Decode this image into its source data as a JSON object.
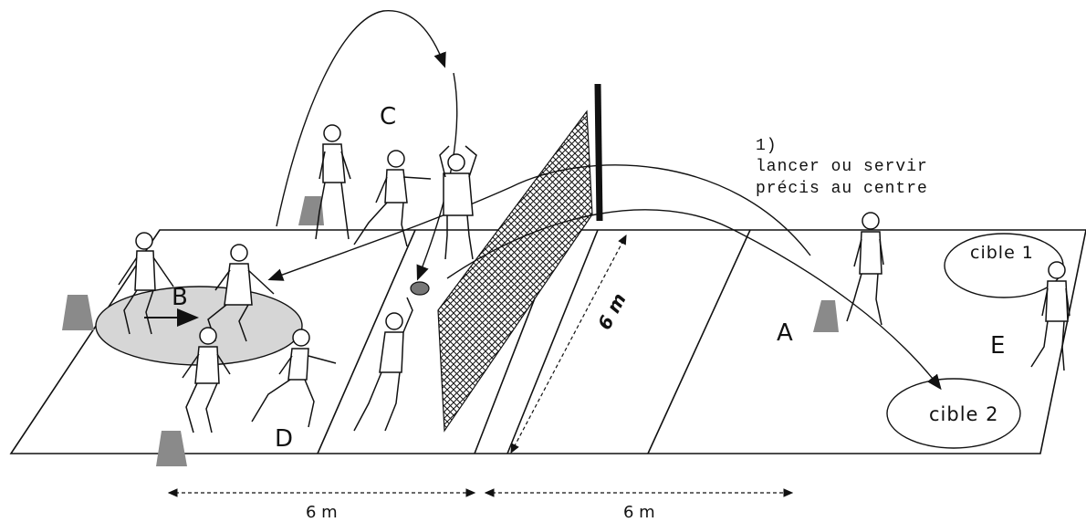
{
  "labels": {
    "a": "A",
    "b": "B",
    "c": "C",
    "d": "D",
    "e": "E"
  },
  "instruction": {
    "number": "1)",
    "line1": "lancer ou servir",
    "line2": "précis au centre"
  },
  "targets": {
    "target1": "cible 1",
    "target2": "cible 2"
  },
  "dimensions": {
    "left_width": "6 m",
    "right_width": "6 m",
    "court_depth": "6 m"
  },
  "colors": {
    "line": "#111111",
    "zone_fill": "#d6d6d6",
    "cone": "#8a8a8a",
    "ball": "#777777"
  }
}
